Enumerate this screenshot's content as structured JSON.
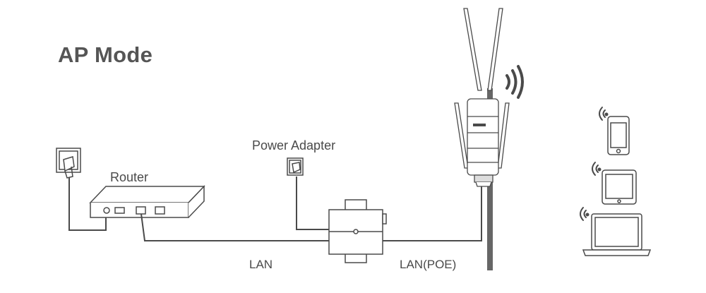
{
  "diagram": {
    "title": "AP Mode",
    "labels": {
      "router": "Router",
      "power_adapter": "Power Adapter",
      "lan": "LAN",
      "lan_poe": "LAN(POE)"
    },
    "icons": [
      "wall-outlet-icon",
      "router-icon",
      "power-adapter-icon",
      "poe-injector-icon",
      "outdoor-access-point-icon",
      "wifi-signal-icon",
      "smartphone-icon",
      "tablet-icon",
      "laptop-icon"
    ],
    "colors": {
      "line": "#4a4a4a",
      "pole": "#666666"
    }
  }
}
